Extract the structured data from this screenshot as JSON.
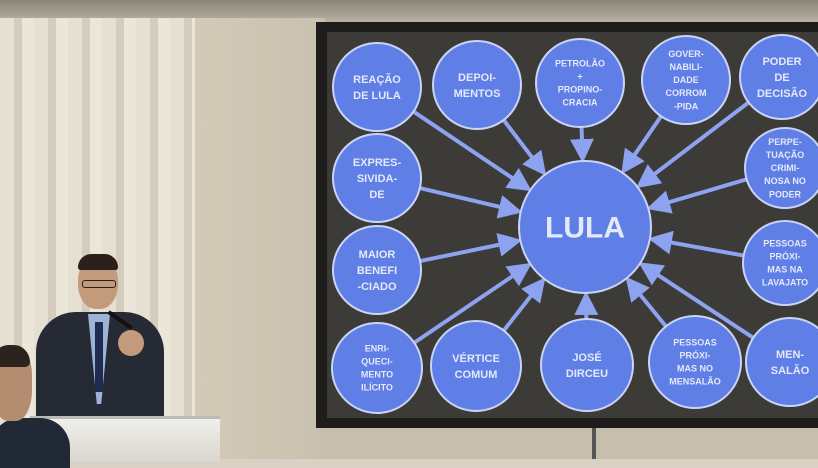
{
  "slide": {
    "center": {
      "label": [
        "LULA"
      ]
    },
    "nodes": [
      {
        "id": "reacao",
        "label": [
          "REAÇÃO",
          "DE LULA"
        ]
      },
      {
        "id": "depoimentos",
        "label": [
          "DEPOI-",
          "MENTOS"
        ]
      },
      {
        "id": "petrolao",
        "label": [
          "PETROLÃO",
          "+",
          "PROPINO-",
          "CRACIA"
        ]
      },
      {
        "id": "governabilidade",
        "label": [
          "GOVER-",
          "NABILI-",
          "DADE",
          "CORROM",
          "-PIDA"
        ]
      },
      {
        "id": "poder",
        "label": [
          "PODER",
          "DE",
          "DECISÃO"
        ]
      },
      {
        "id": "expressividade",
        "label": [
          "EXPRES-",
          "SIVIDA-",
          "DE"
        ]
      },
      {
        "id": "perpetuacao",
        "label": [
          "PERPE-",
          "TUAÇÃO",
          "CRIMI-",
          "NOSA NO",
          "PODER"
        ]
      },
      {
        "id": "maior",
        "label": [
          "MAIOR",
          "BENEFI",
          "-CIADO"
        ]
      },
      {
        "id": "pessoas-lavajato",
        "label": [
          "PESSOAS",
          "PRÓXI-",
          "MAS NA",
          "LAVAJATO"
        ]
      },
      {
        "id": "enriquecimento",
        "label": [
          "ENRI-",
          "QUECI-",
          "MENTO",
          "ILÍCITO"
        ]
      },
      {
        "id": "vertice",
        "label": [
          "VÉRTICE",
          "COMUM"
        ]
      },
      {
        "id": "dirceu",
        "label": [
          "JOSÉ",
          "DIRCEU"
        ]
      },
      {
        "id": "pessoas-mensalao",
        "label": [
          "PESSOAS",
          "PRÓXI-",
          "MAS NO",
          "MENSALÃO"
        ]
      },
      {
        "id": "mensalao",
        "label": [
          "MEN-",
          "SALÃO"
        ]
      }
    ],
    "colors": {
      "node": "#5f7ee6",
      "stroke": "#c9d4f7",
      "arrow": "#8da3ef",
      "background": "#3d3b38"
    }
  }
}
